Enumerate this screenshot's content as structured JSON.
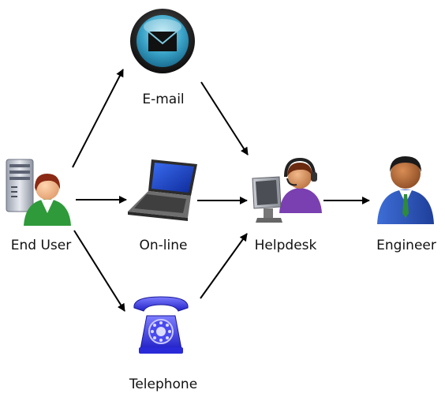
{
  "nodes": {
    "end_user": {
      "label": "End User",
      "icon": "user-with-server-icon"
    },
    "email": {
      "label": "E-mail",
      "icon": "envelope-button-icon"
    },
    "online": {
      "label": "On-line",
      "icon": "laptop-icon"
    },
    "telephone": {
      "label": "Telephone",
      "icon": "telephone-icon"
    },
    "helpdesk": {
      "label": "Helpdesk",
      "icon": "helpdesk-agent-icon"
    },
    "engineer": {
      "label": "Engineer",
      "icon": "engineer-icon"
    }
  },
  "colors": {
    "arrow": "#000000",
    "email_button": "#3aa3c8",
    "laptop_screen": "#1b3fbf",
    "telephone": "#3d3df0",
    "end_user_shirt": "#2f9a3a",
    "helpdesk_shirt": "#7a3fb0",
    "engineer_suit": "#2b55b8"
  }
}
